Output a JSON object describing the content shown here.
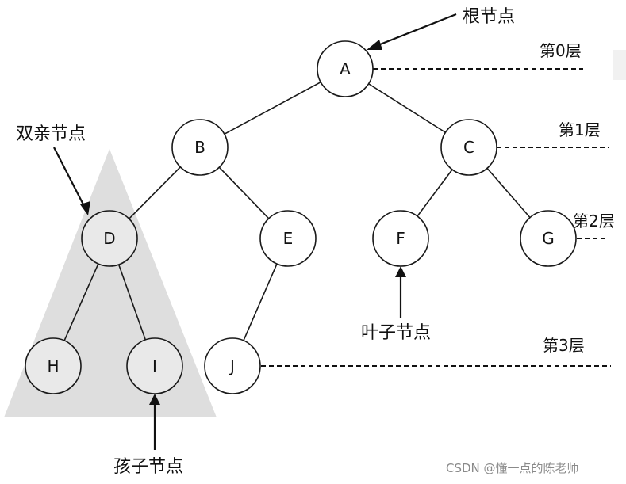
{
  "tree": {
    "nodes": [
      {
        "id": "A",
        "label": "A",
        "shaded": false
      },
      {
        "id": "B",
        "label": "B",
        "shaded": false
      },
      {
        "id": "C",
        "label": "C",
        "shaded": false
      },
      {
        "id": "D",
        "label": "D",
        "shaded": true
      },
      {
        "id": "E",
        "label": "E",
        "shaded": false
      },
      {
        "id": "F",
        "label": "F",
        "shaded": false
      },
      {
        "id": "G",
        "label": "G",
        "shaded": false
      },
      {
        "id": "H",
        "label": "H",
        "shaded": true
      },
      {
        "id": "I",
        "label": "I",
        "shaded": true
      },
      {
        "id": "J",
        "label": "J",
        "shaded": false
      }
    ],
    "edges": [
      [
        "A",
        "B"
      ],
      [
        "A",
        "C"
      ],
      [
        "B",
        "D"
      ],
      [
        "B",
        "E"
      ],
      [
        "C",
        "F"
      ],
      [
        "C",
        "G"
      ],
      [
        "D",
        "H"
      ],
      [
        "D",
        "I"
      ],
      [
        "E",
        "J"
      ]
    ]
  },
  "levels": [
    {
      "label": "第0层"
    },
    {
      "label": "第1层"
    },
    {
      "label": "第2层"
    },
    {
      "label": "第3层"
    }
  ],
  "callouts": {
    "root": "根节点",
    "parent": "双亲节点",
    "leaf": "叶子节点",
    "child": "孩子节点"
  },
  "watermark": "CSDN @懂一点的陈老师",
  "colors": {
    "subtree_fill": "#dedede",
    "node_stroke": "#1a1a1a",
    "watermark": "#8a8a8a"
  }
}
